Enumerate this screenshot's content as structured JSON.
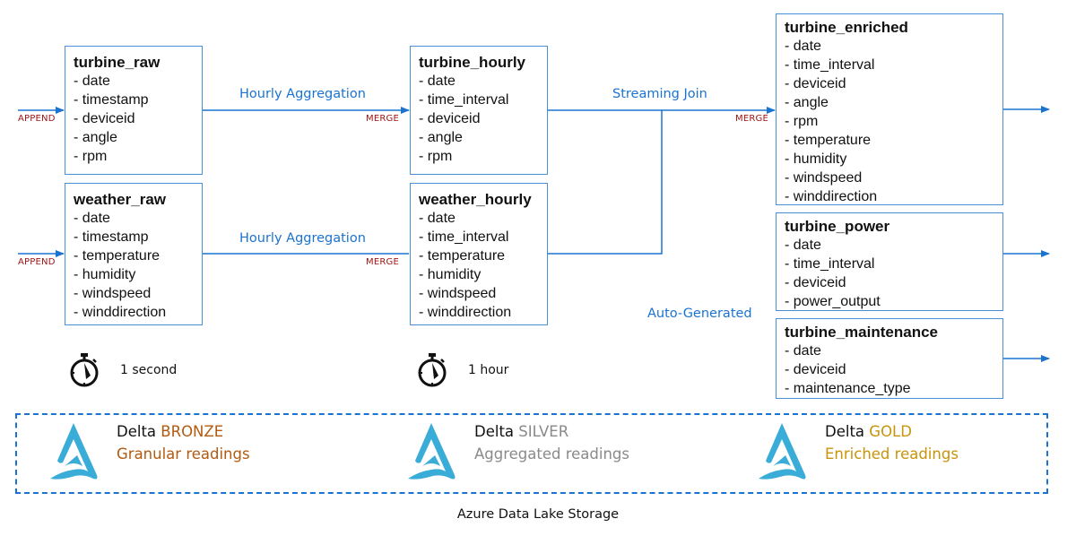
{
  "tables": {
    "turbine_raw": {
      "name": "turbine_raw",
      "fields": [
        "- date",
        "- timestamp",
        "- deviceid",
        "- angle",
        "- rpm"
      ]
    },
    "weather_raw": {
      "name": "weather_raw",
      "fields": [
        "- date",
        "- timestamp",
        "- temperature",
        "- humidity",
        "- windspeed",
        "- winddirection"
      ]
    },
    "turbine_hourly": {
      "name": "turbine_hourly",
      "fields": [
        "- date",
        "- time_interval",
        "- deviceid",
        "- angle",
        "- rpm"
      ]
    },
    "weather_hourly": {
      "name": "weather_hourly",
      "fields": [
        "- date",
        "- time_interval",
        "- temperature",
        "- humidity",
        "- windspeed",
        "- winddirection"
      ]
    },
    "turbine_enriched": {
      "name": "turbine_enriched",
      "fields": [
        "- date",
        "- time_interval",
        "- deviceid",
        "- angle",
        "- rpm",
        "- temperature",
        "- humidity",
        "- windspeed",
        "- winddirection"
      ]
    },
    "turbine_power": {
      "name": "turbine_power",
      "fields": [
        "- date",
        "- time_interval",
        "- deviceid",
        "- power_output"
      ]
    },
    "turbine_maintenance": {
      "name": "turbine_maintenance",
      "fields": [
        "- date",
        "- deviceid",
        "- maintenance_type"
      ]
    }
  },
  "flows": {
    "hourly_aggregation_1": "Hourly Aggregation",
    "hourly_aggregation_2": "Hourly Aggregation",
    "streaming_join": "Streaming Join",
    "auto_generated": "Auto-Generated"
  },
  "operations": {
    "append_1": "APPEND",
    "append_2": "APPEND",
    "merge_1": "MERGE",
    "merge_2": "MERGE",
    "merge_3": "MERGE"
  },
  "timers": {
    "bronze": {
      "icon": "stopwatch-icon",
      "label": "1 second"
    },
    "silver": {
      "icon": "stopwatch-icon",
      "label": "1 hour"
    }
  },
  "storage": {
    "label": "Azure Data Lake Storage",
    "tiers": [
      {
        "prefix": "Delta",
        "tier": "BRONZE",
        "description": "Granular readings",
        "color": "#b35a10"
      },
      {
        "prefix": "Delta",
        "tier": "SILVER",
        "description": "Aggregated readings",
        "color": "#8a8a8a"
      },
      {
        "prefix": "Delta",
        "tier": "GOLD",
        "description": "Enriched readings",
        "color": "#c8940a"
      }
    ]
  },
  "colors": {
    "line": "#1a73d1",
    "box_border": "#4a90d9",
    "operation": "#a01515",
    "delta_logo": "#3aacd8"
  }
}
